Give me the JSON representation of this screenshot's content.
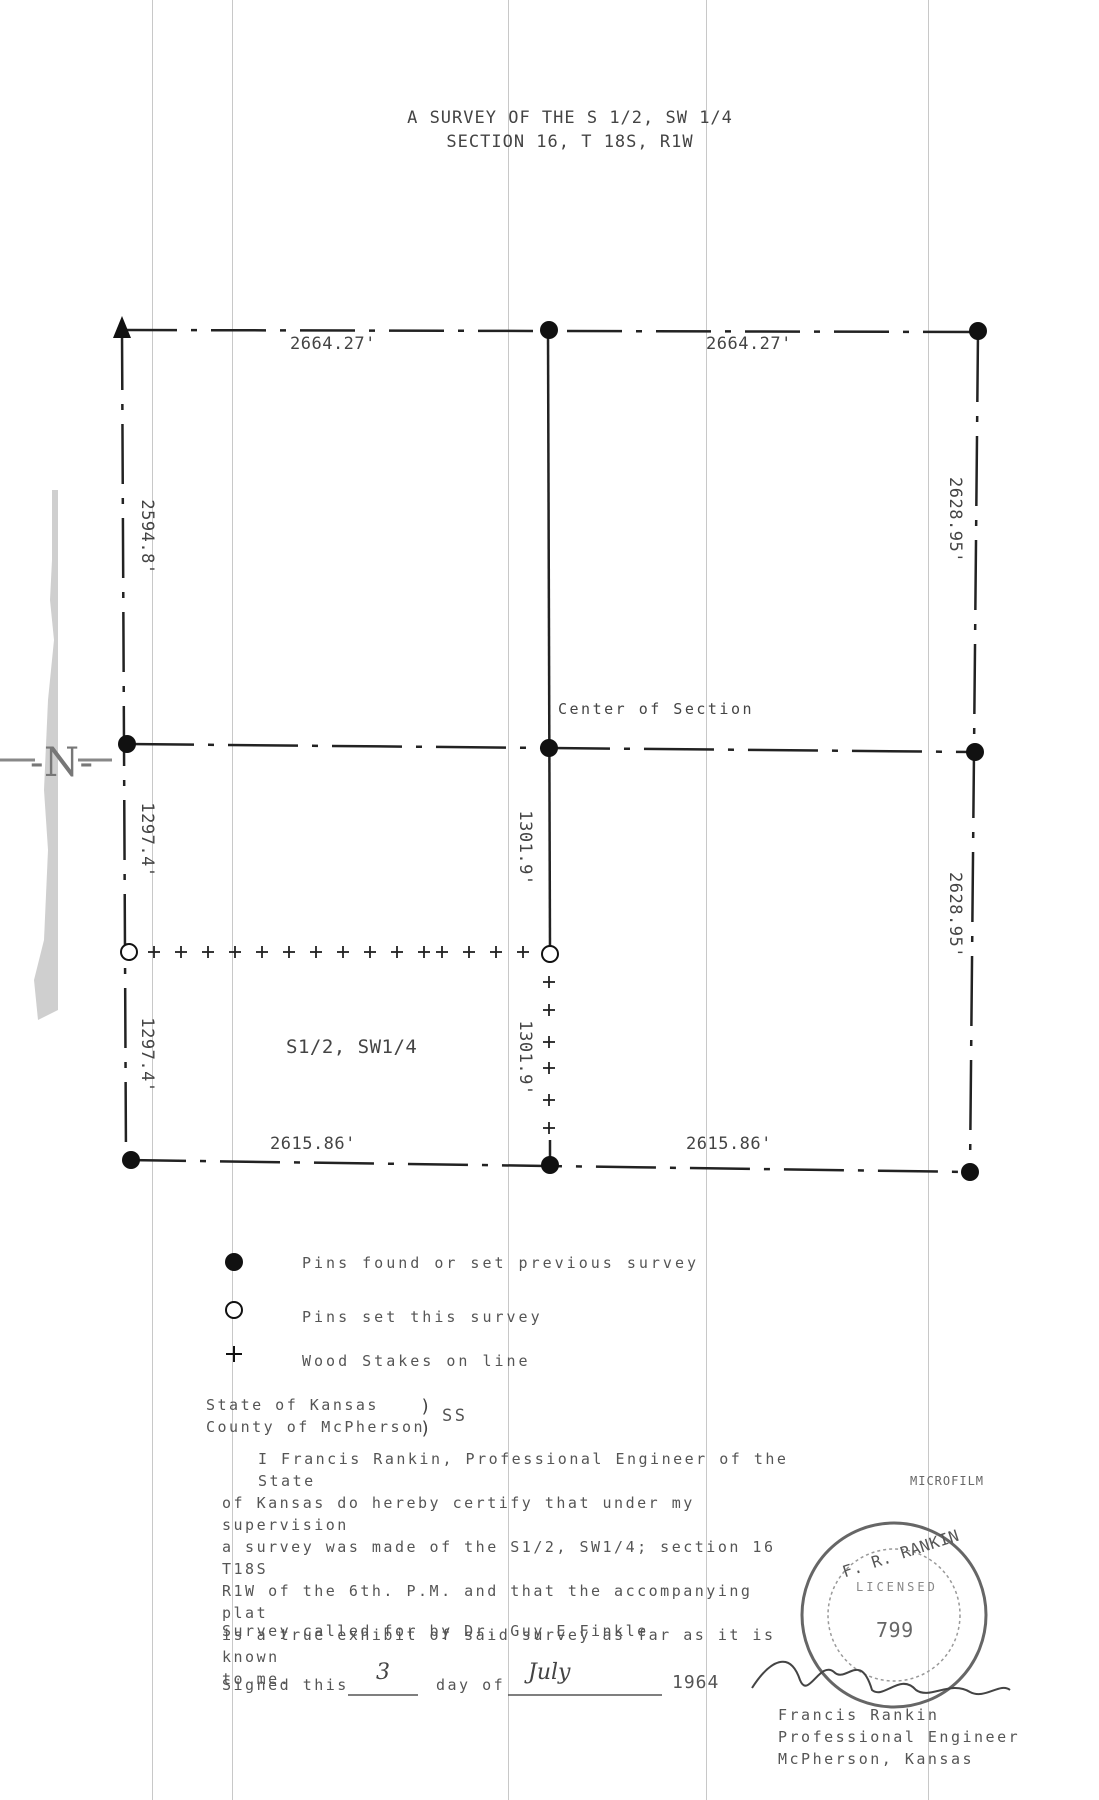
{
  "title": {
    "line1": "A SURVEY OF THE S 1/2, SW 1/4",
    "line2": "SECTION 16, T 18S, R1W"
  },
  "north_label": "-N-",
  "dimensions": {
    "top_left": "2664.27'",
    "top_right": "2664.27'",
    "bottom_left": "2615.86'",
    "bottom_right": "2615.86'",
    "left_upper": "2594.8'",
    "left_mid": "1297.4'",
    "left_lower": "1297.4'",
    "right_upper": "2628.95'",
    "right_lower": "2628.95'",
    "center_upper": "1301.9'",
    "center_lower": "1301.9'"
  },
  "labels": {
    "center": "Center of Section",
    "tract": "S1/2, SW1/4"
  },
  "legend": [
    {
      "symbol": "filled-circle",
      "text": "Pins found or set previous survey"
    },
    {
      "symbol": "open-circle",
      "text": "Pins set this survey"
    },
    {
      "symbol": "plus",
      "text": "Wood Stakes on line"
    }
  ],
  "venue": {
    "state": "State of Kansas",
    "county": "County of McPherson",
    "ss": "SS"
  },
  "certificate": [
    "I Francis Rankin, Professional Engineer of the State",
    "of Kansas do hereby certify that under my supervision",
    "a survey was made of the S1/2, SW1/4; section 16 T18S",
    "R1W of the 6th. P.M. and that the accompanying plat",
    "is a true exhibit of said survey as far as it is known",
    "to me."
  ],
  "called_for": "Survey called for by Dr. Guy E Finkle",
  "signed": {
    "prefix": "Signed this",
    "day": "3",
    "mid": "day of",
    "month": "July",
    "year": "1964"
  },
  "signature_block": {
    "name": "Francis Rankin",
    "title": "Professional Engineer",
    "location": "McPherson, Kansas"
  },
  "seal": {
    "top": "F. R. RANKIN",
    "ring": "LICENSED",
    "number": "799"
  },
  "microfilm": "MICROFILM"
}
